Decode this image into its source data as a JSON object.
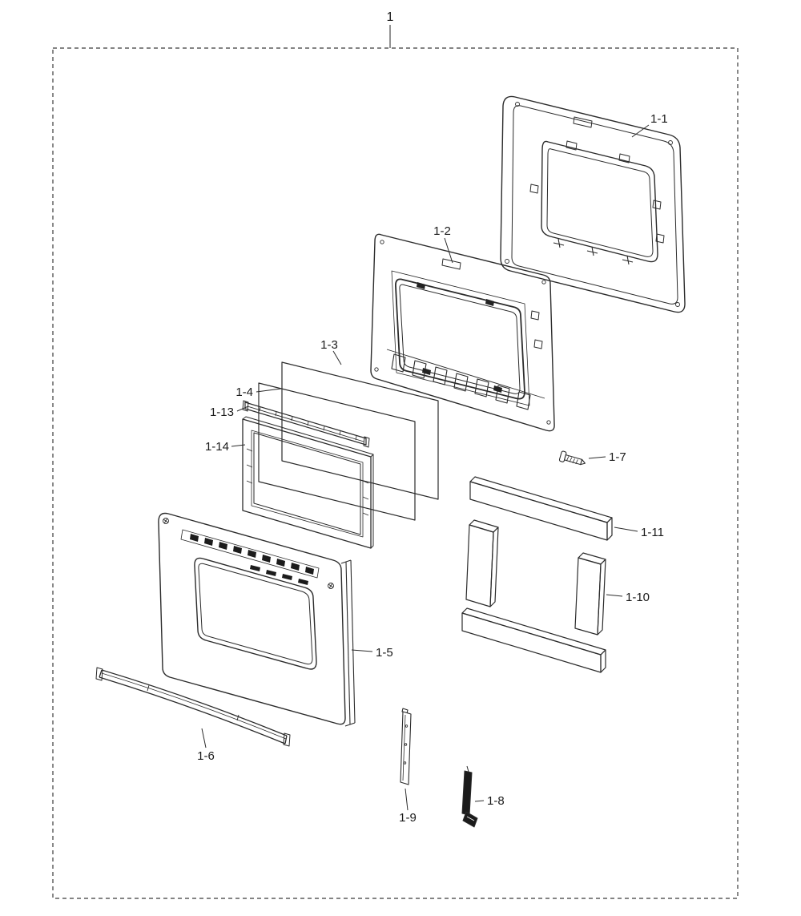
{
  "diagram": {
    "assembly_label": "1",
    "labels": {
      "p1_1": "1-1",
      "p1_2": "1-2",
      "p1_3": "1-3",
      "p1_4": "1-4",
      "p1_5": "1-5",
      "p1_6": "1-6",
      "p1_7": "1-7",
      "p1_8": "1-8",
      "p1_9": "1-9",
      "p1_10": "1-10",
      "p1_11": "1-11",
      "p1_13": "1-13",
      "p1_14": "1-14"
    },
    "colors": {
      "line": "#2b2b2b",
      "fill_dark": "#1b1b1b",
      "background": "#ffffff"
    }
  }
}
